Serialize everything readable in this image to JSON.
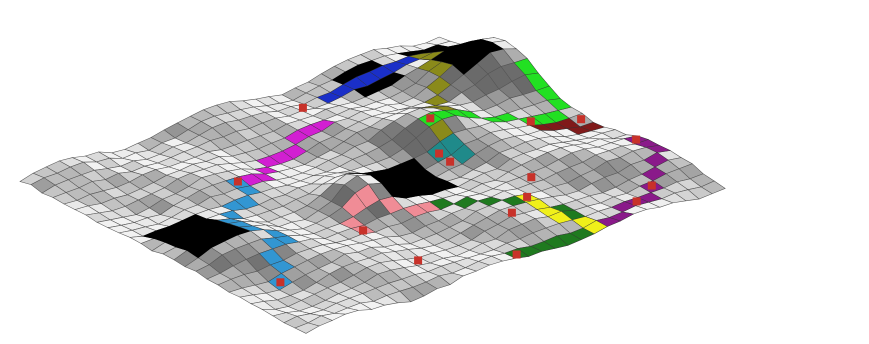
{
  "figure": {
    "grid": {
      "rows": 26,
      "cols": 32
    },
    "palette": {
      "mesh_light": "#f2f2f2",
      "mesh_dark": "#6a6a6a",
      "line": "#555555",
      "obstacle": "#000000",
      "start_marker": "#c8322a"
    },
    "obstacles": [
      {
        "name": "obstacle-top-left",
        "r0": 10,
        "r1": 14,
        "c0": 1,
        "c1": 4
      },
      {
        "name": "obstacle-top-center",
        "r0": 1,
        "r1": 3,
        "c0": 23,
        "c1": 25
      },
      {
        "name": "obstacle-top-right",
        "r0": 1,
        "r1": 6,
        "c0": 28,
        "c1": 30
      },
      {
        "name": "obstacle-center",
        "r0": 12,
        "r1": 15,
        "c0": 15,
        "c1": 19
      }
    ],
    "paths": [
      {
        "name": "path-blue",
        "color": "#1a2fc8",
        "cells": [
          [
            2,
            21
          ],
          [
            2,
            22
          ],
          [
            2,
            23
          ],
          [
            2,
            24
          ],
          [
            2,
            25
          ],
          [
            2,
            26
          ],
          [
            2,
            27
          ]
        ]
      },
      {
        "name": "path-olive",
        "color": "#8a8a1a",
        "cells": [
          [
            2,
            28
          ],
          [
            3,
            28
          ],
          [
            4,
            27
          ],
          [
            5,
            27
          ],
          [
            6,
            26
          ],
          [
            7,
            25
          ],
          [
            8,
            24
          ],
          [
            9,
            24
          ],
          [
            10,
            23
          ],
          [
            11,
            22
          ],
          [
            12,
            21
          ]
        ]
      },
      {
        "name": "path-teal",
        "color": "#1f8a8a",
        "cells": [
          [
            12,
            21
          ],
          [
            12,
            22
          ],
          [
            13,
            22
          ]
        ]
      },
      {
        "name": "path-magenta",
        "color": "#d21fd2",
        "cells": [
          [
            8,
            9
          ],
          [
            8,
            10
          ],
          [
            8,
            11
          ],
          [
            7,
            12
          ],
          [
            6,
            13
          ],
          [
            6,
            14
          ],
          [
            6,
            15
          ],
          [
            5,
            16
          ],
          [
            5,
            17
          ],
          [
            5,
            18
          ]
        ]
      },
      {
        "name": "path-cyan",
        "color": "#3296d2",
        "cells": [
          [
            8,
            9
          ],
          [
            9,
            9
          ],
          [
            10,
            8
          ],
          [
            10,
            7
          ],
          [
            11,
            6
          ],
          [
            12,
            5
          ],
          [
            13,
            5
          ],
          [
            14,
            5
          ],
          [
            15,
            6
          ],
          [
            16,
            6
          ],
          [
            16,
            5
          ],
          [
            17,
            4
          ],
          [
            18,
            4
          ],
          [
            19,
            3
          ]
        ]
      },
      {
        "name": "path-green",
        "color": "#22e022",
        "cells": [
          [
            10,
            22
          ],
          [
            10,
            23
          ],
          [
            10,
            24
          ],
          [
            10,
            25
          ],
          [
            11,
            26
          ],
          [
            11,
            27
          ],
          [
            12,
            28
          ],
          [
            12,
            29
          ],
          [
            12,
            30
          ],
          [
            11,
            31
          ],
          [
            10,
            31
          ],
          [
            9,
            31
          ],
          [
            8,
            31
          ]
        ]
      },
      {
        "name": "path-pink",
        "color": "#f08c96",
        "cells": [
          [
            17,
            11
          ],
          [
            16,
            11
          ],
          [
            15,
            12
          ],
          [
            15,
            13
          ],
          [
            16,
            14
          ],
          [
            17,
            15
          ],
          [
            17,
            16
          ]
        ]
      },
      {
        "name": "path-dark-green",
        "color": "#1f7a1f",
        "cells": [
          [
            17,
            17
          ],
          [
            18,
            18
          ],
          [
            19,
            19
          ],
          [
            20,
            20
          ],
          [
            21,
            21
          ],
          [
            22,
            22
          ],
          [
            23,
            22
          ],
          [
            24,
            22
          ],
          [
            25,
            22
          ],
          [
            25,
            21
          ],
          [
            25,
            20
          ],
          [
            25,
            19
          ],
          [
            25,
            18
          ],
          [
            25,
            17
          ],
          [
            25,
            16
          ]
        ]
      },
      {
        "name": "path-dark-red",
        "color": "#801a1a",
        "cells": [
          [
            13,
            28
          ],
          [
            13,
            29
          ],
          [
            13,
            30
          ],
          [
            14,
            30
          ],
          [
            14,
            31
          ],
          [
            14,
            32
          ],
          [
            15,
            32
          ],
          [
            16,
            32
          ],
          [
            17,
            32
          ]
        ]
      },
      {
        "name": "path-purple",
        "color": "#8a1a8a",
        "cells": [
          [
            18,
            31
          ],
          [
            19,
            31
          ],
          [
            20,
            31
          ],
          [
            21,
            30
          ],
          [
            22,
            29
          ],
          [
            23,
            28
          ],
          [
            24,
            27
          ],
          [
            24,
            26
          ],
          [
            24,
            25
          ],
          [
            25,
            24
          ],
          [
            25,
            23
          ]
        ]
      },
      {
        "name": "path-yellow",
        "color": "#f0f01a",
        "cells": [
          [
            20,
            21
          ],
          [
            21,
            21
          ],
          [
            22,
            21
          ],
          [
            23,
            21
          ],
          [
            24,
            22
          ],
          [
            25,
            22
          ]
        ]
      }
    ],
    "markers": [
      [
        2,
        19
      ],
      [
        8,
        9
      ],
      [
        12,
        21
      ],
      [
        13,
        21
      ],
      [
        10,
        22
      ],
      [
        12,
        28
      ],
      [
        17,
        11
      ],
      [
        19,
        3
      ],
      [
        22,
        11
      ],
      [
        18,
        23
      ],
      [
        21,
        19
      ],
      [
        24,
        26
      ],
      [
        25,
        16
      ],
      [
        13,
        31
      ],
      [
        18,
        31
      ],
      [
        20,
        21
      ],
      [
        23,
        28
      ]
    ]
  }
}
